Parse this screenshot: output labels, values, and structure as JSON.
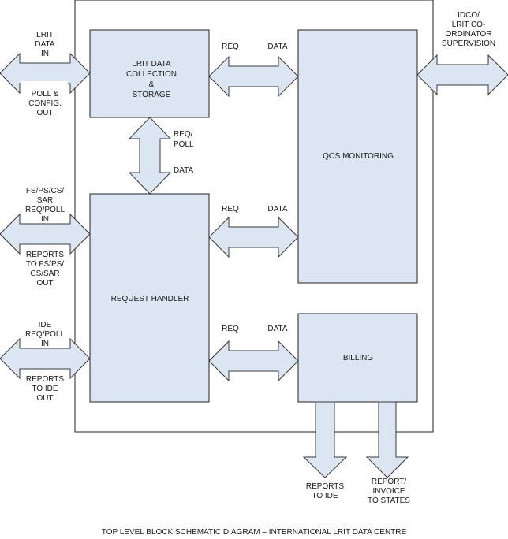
{
  "caption": "TOP LEVEL BLOCK SCHEMATIC DIAGRAM – INTERNATIONAL LRIT DATA CENTRE",
  "blocks": {
    "collection": [
      "LRIT DATA",
      "COLLECTION",
      "&",
      "STORAGE"
    ],
    "qos": [
      "QOS MONITORING"
    ],
    "request_handler": [
      "REQUEST HANDLER"
    ],
    "billing": [
      "BILLING"
    ]
  },
  "labels": {
    "lrit_in": [
      "LRIT",
      "DATA",
      "IN"
    ],
    "poll_out": [
      "POLL &",
      "CONFIG.",
      "OUT"
    ],
    "fs_in": [
      "FS/PS/CS/",
      "SAR",
      "REQ/POLL",
      "IN"
    ],
    "reports_fs_out": [
      "REPORTS",
      "TO FS/PS/",
      "CS/SAR",
      "OUT"
    ],
    "ide_in": [
      "IDE",
      "REQ/POLL",
      "IN"
    ],
    "reports_ide_out": [
      "REPORTS",
      "TO IDE",
      "OUT"
    ],
    "idco": [
      "IDCO/",
      "LRIT CO-",
      "ORDINATOR",
      "SUPERVISION"
    ],
    "req_poll": [
      "REQ/",
      "POLL"
    ],
    "data_vertical": "DATA",
    "req_1": "REQ",
    "data_1": "DATA",
    "req_2": "REQ",
    "data_2": "DATA",
    "req_3": "REQ",
    "data_3": "DATA",
    "reports_to_ide": [
      "REPORTS",
      "TO IDE"
    ],
    "report_invoice": [
      "REPORT/",
      "INVOICE",
      "TO STATES"
    ]
  }
}
